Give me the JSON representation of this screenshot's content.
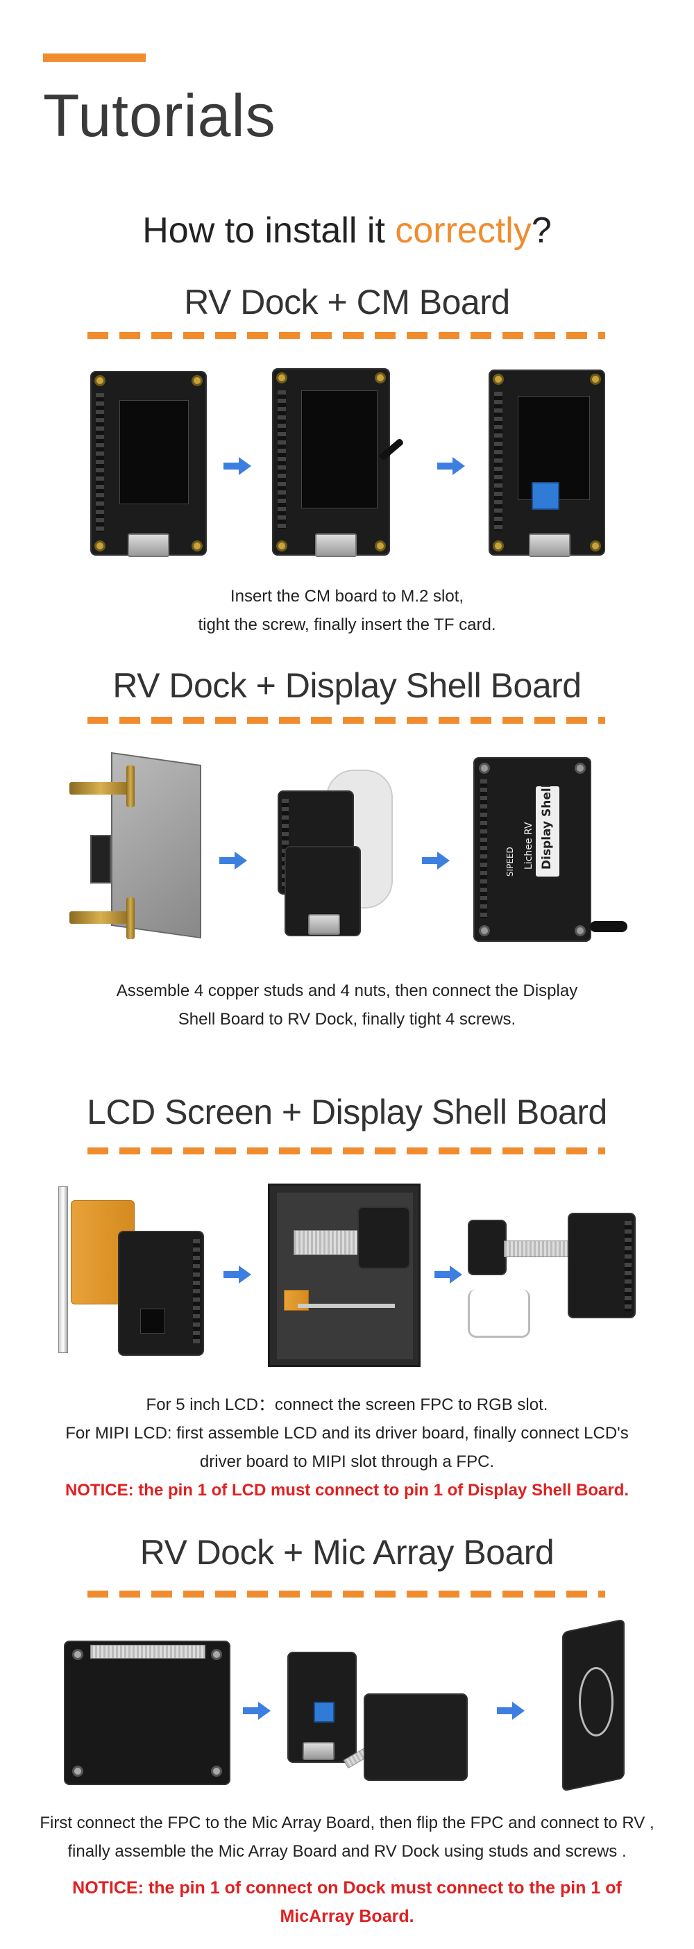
{
  "header": {
    "title": "Tutorials"
  },
  "headline": {
    "prefix": "How to install it ",
    "highlight": "correctly",
    "suffix": "?"
  },
  "sections": [
    {
      "title": "RV Dock + CM Board",
      "caption_lines": [
        "Insert the CM board to M.2 slot,",
        "tight the screw, finally insert the TF card."
      ]
    },
    {
      "title": "RV Dock + Display Shell Board",
      "caption_lines": [
        "Assemble 4 copper studs and 4 nuts, then connect the Display",
        "Shell Board to RV Dock, finally tight 4 screws."
      ],
      "board_text": {
        "brand": "SIPEED",
        "name": "Lichee RV",
        "product": "Display Shell"
      }
    },
    {
      "title": "LCD Screen + Display Shell Board",
      "caption_lines": [
        "For 5 inch LCD：connect the screen FPC to RGB slot.",
        "For MIPI LCD: first assemble LCD and its driver board, finally connect LCD's",
        "driver board to MIPI slot through a FPC."
      ],
      "notice": "NOTICE: the pin 1 of LCD must connect to pin 1  of Display Shell Board."
    },
    {
      "title": "RV Dock + Mic Array Board",
      "caption_lines": [
        "First connect the FPC to the Mic Array Board, then flip the FPC and connect to RV ,",
        "finally assemble the Mic Array Board and RV Dock using studs and screws ."
      ],
      "notice_lines": [
        "NOTICE: the pin 1 of connect on Dock must connect to the pin 1 of",
        "MicArray Board."
      ]
    }
  ],
  "colors": {
    "accent": "#f08c2e",
    "arrow": "#3d7fe0",
    "notice": "#e02020"
  }
}
